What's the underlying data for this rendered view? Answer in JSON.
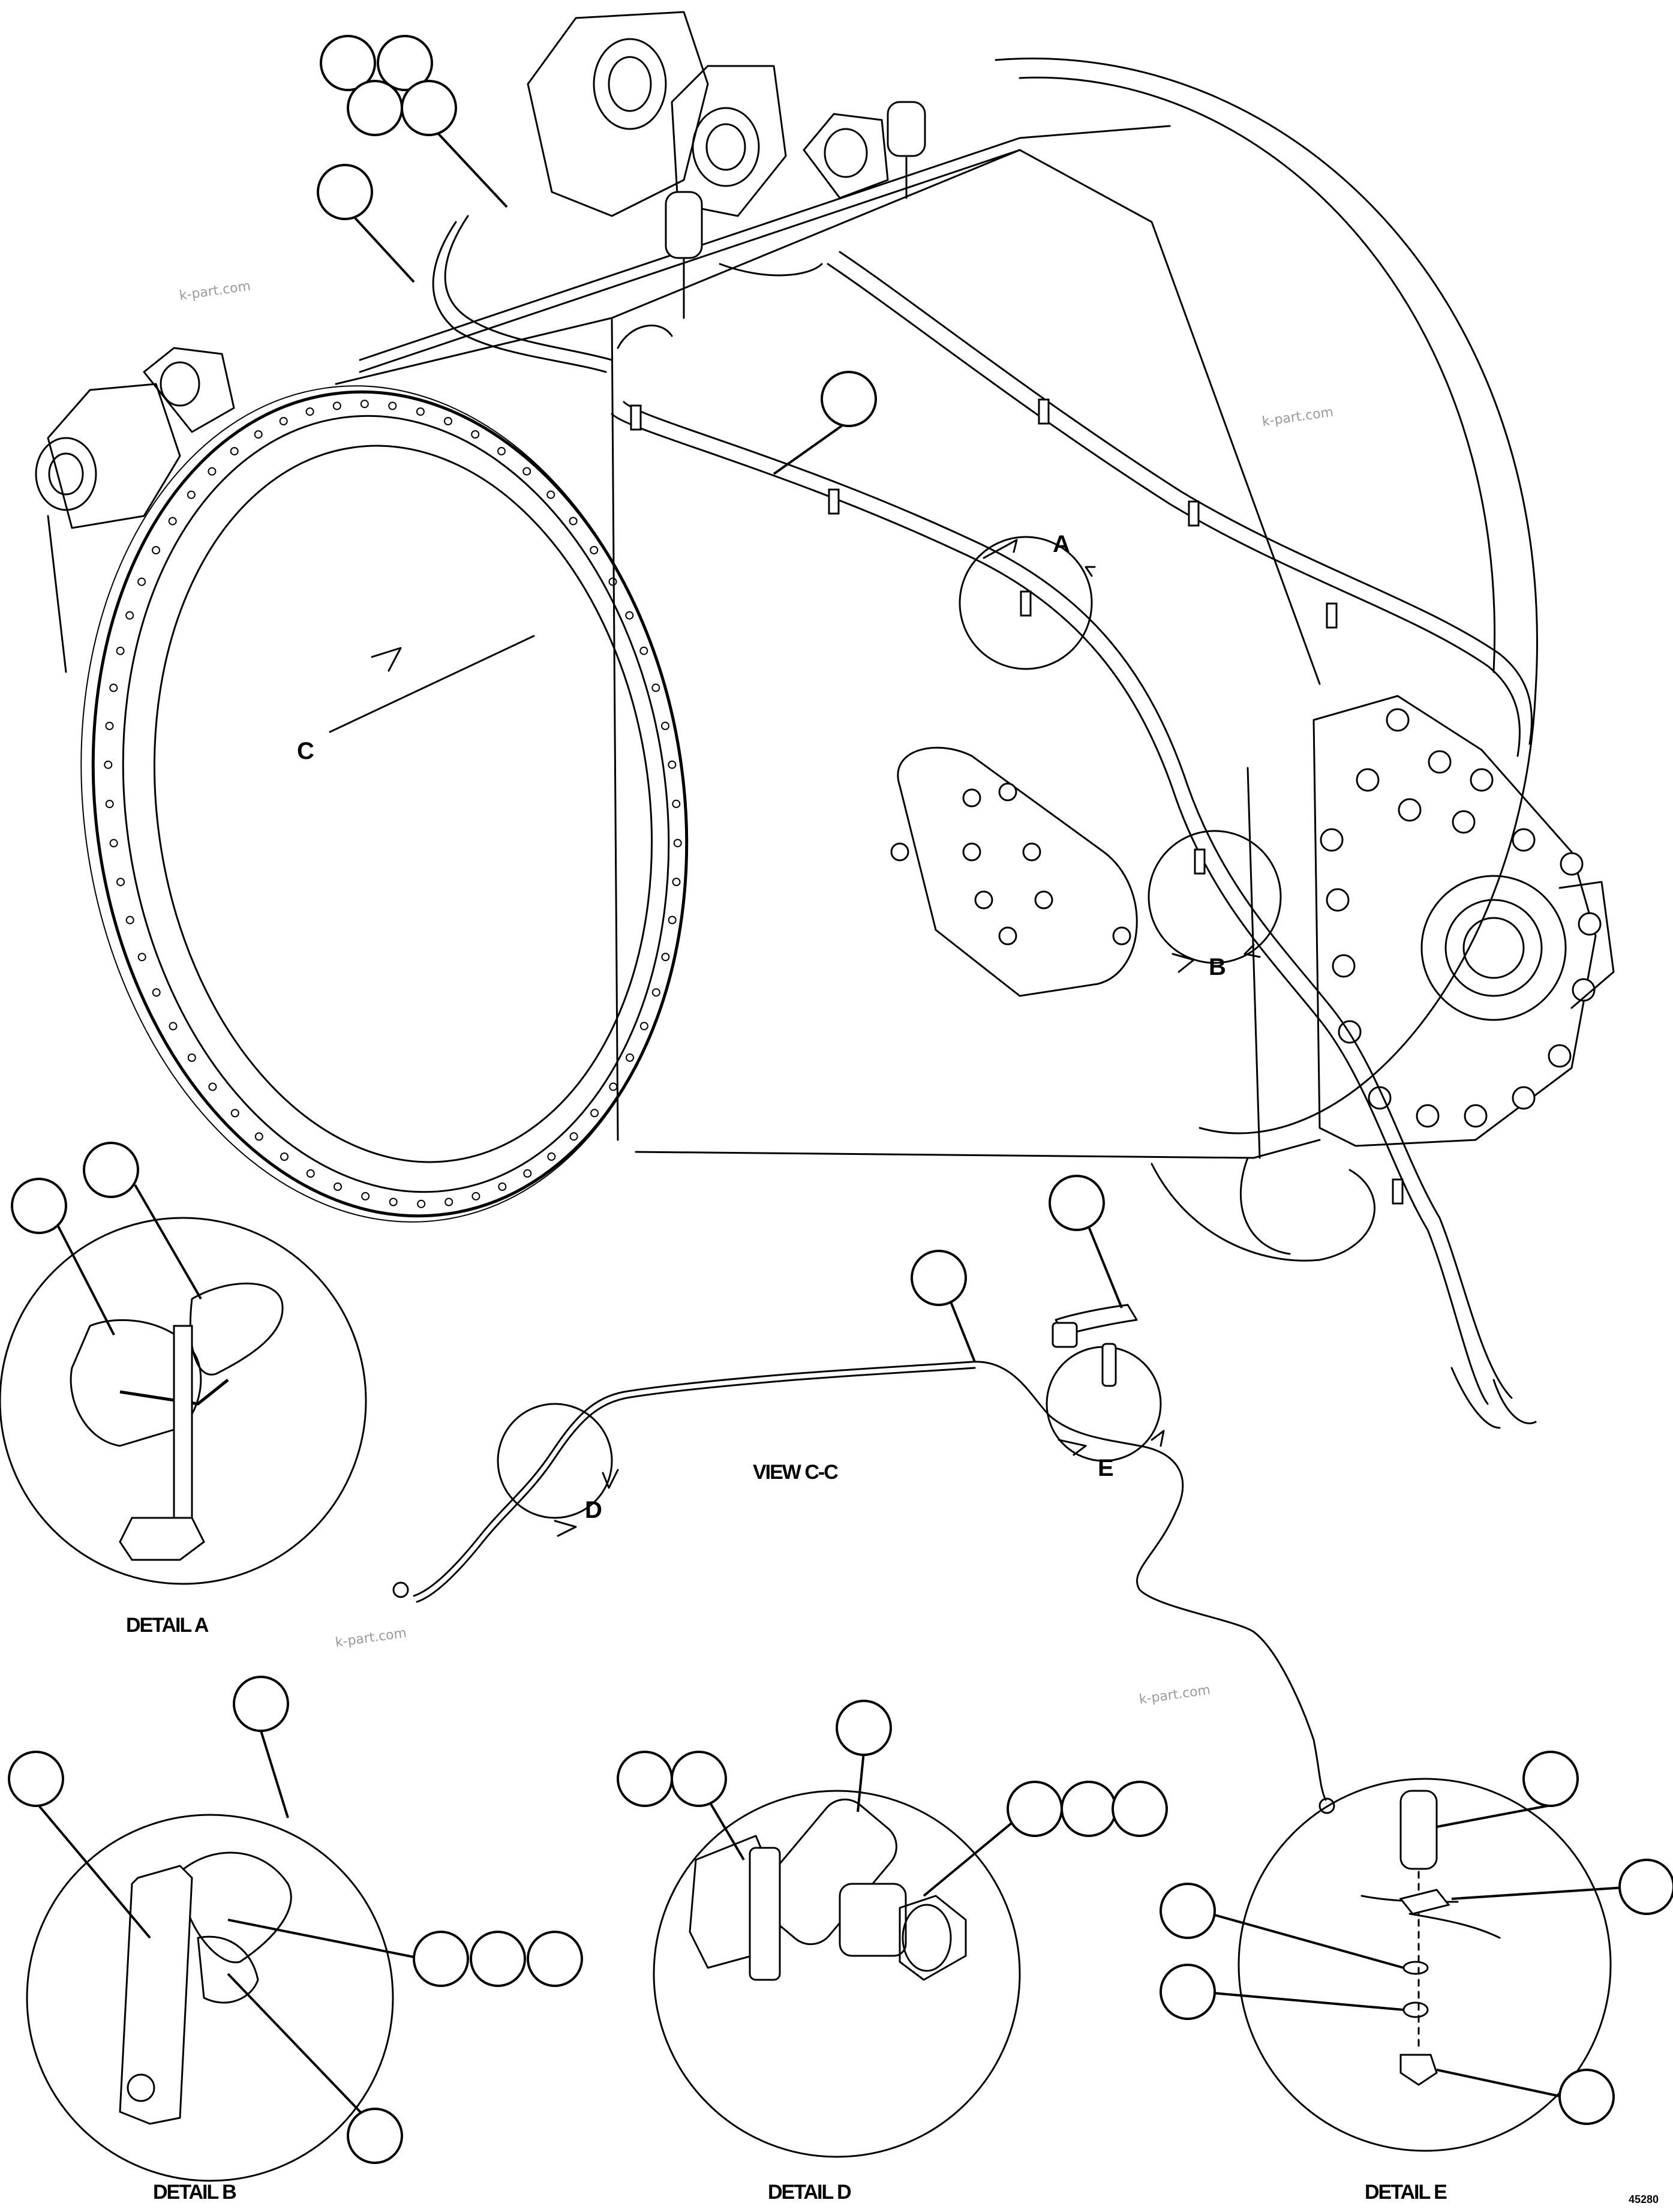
{
  "labels": {
    "view_a": "A",
    "view_b": "B",
    "view_c": "C",
    "view_d": "D",
    "view_e": "E",
    "view_cc": "VIEW C-C"
  },
  "captions": {
    "detail_a": "DETAIL A",
    "detail_b": "DETAIL B",
    "detail_d": "DETAIL D",
    "detail_e": "DETAIL E"
  },
  "watermarks": [
    "k-part.com",
    "k-part.com",
    "k-part.com",
    "k-part.com"
  ],
  "drawing_code": "45280"
}
